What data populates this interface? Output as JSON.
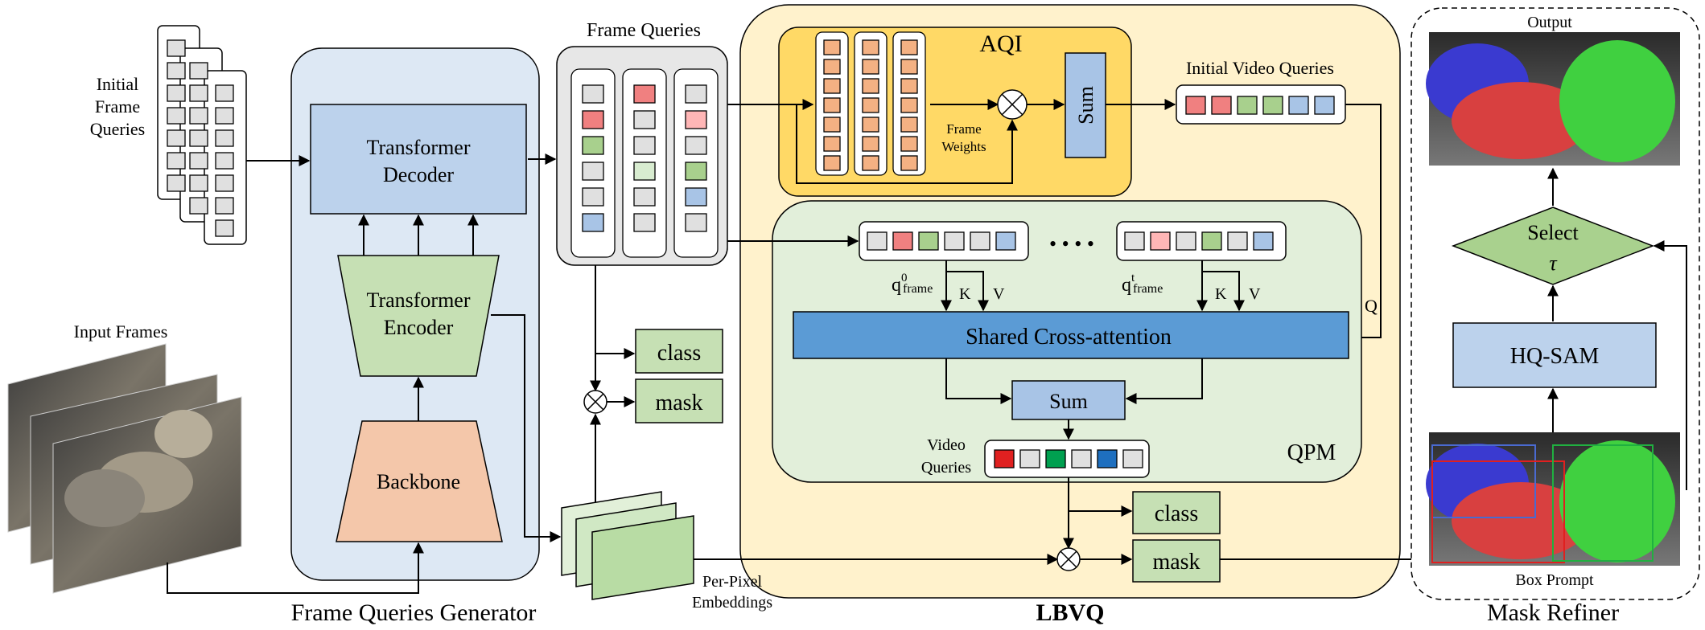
{
  "labels": {
    "initial_frame_queries": [
      "Initial",
      "Frame",
      "Queries"
    ],
    "input_frames": "Input Frames",
    "transformer_decoder": [
      "Transformer",
      "Decoder"
    ],
    "transformer_encoder": [
      "Transformer",
      "Encoder"
    ],
    "backbone": "Backbone",
    "frame_queries_generator": "Frame Queries Generator",
    "frame_queries": "Frame Queries",
    "class": "class",
    "mask": "mask",
    "per_pixel_embeddings": [
      "Per-Pixel",
      "Embeddings"
    ],
    "aqi": "AQI",
    "frame_weights": [
      "Frame",
      "Weights"
    ],
    "sum": "Sum",
    "initial_video_queries": "Initial Video Queries",
    "q_frame_0": "q",
    "q_frame_0_sup": "0",
    "q_frame_t_sup": "t",
    "q_frame_sub": "frame",
    "k": "K",
    "v": "V",
    "q": "Q",
    "shared_cross_attention": "Shared Cross-attention",
    "video_queries": [
      "Video",
      "Queries"
    ],
    "qpm": "QPM",
    "lbvq": "LBVQ",
    "output": "Output",
    "select": "Select",
    "tau": "τ",
    "hq_sam": "HQ-SAM",
    "box_prompt": "Box Prompt",
    "mask_refiner": "Mask Refiner",
    "dots": "• • • •"
  },
  "colors": {
    "red": "#f08080",
    "pink": "#ffb6b6",
    "green": "#a8d08d",
    "light_green": "#d8ecd0",
    "blue": "#a8c4e6",
    "gray": "#e0e0e0",
    "orange_cell": "#f4b183",
    "vivid_red": "#e02020",
    "vivid_green": "#00a050",
    "vivid_blue": "#1e6fbf"
  },
  "frame_query_columns": [
    [
      "gray",
      "red",
      "green",
      "gray",
      "gray",
      "blue"
    ],
    [
      "red",
      "gray",
      "gray",
      "light_green",
      "gray",
      "gray"
    ],
    [
      "gray",
      "pink",
      "gray",
      "green",
      "blue",
      "gray"
    ]
  ],
  "initial_video_query_cells": [
    "red",
    "red",
    "green",
    "green",
    "blue",
    "blue"
  ],
  "q_frame_0_cells": [
    "gray",
    "red",
    "green",
    "gray",
    "gray",
    "blue"
  ],
  "q_frame_t_cells": [
    "gray",
    "pink",
    "gray",
    "green",
    "gray",
    "blue"
  ],
  "video_query_cells": [
    "vivid_red",
    "gray",
    "vivid_green",
    "gray",
    "vivid_blue",
    "gray"
  ]
}
